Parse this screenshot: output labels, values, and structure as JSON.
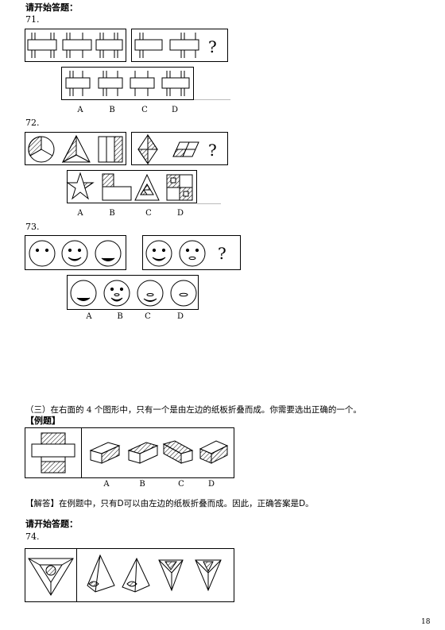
{
  "header": "请开始答题：",
  "questions": {
    "q71": "71.",
    "q72": "72.",
    "q73": "73.",
    "q74": "74."
  },
  "question_mark": "?",
  "option_labels": [
    "A",
    "B",
    "C",
    "D"
  ],
  "section3": {
    "instruction": "（三）在右面的 4 个图形中，只有一个是由左边的纸板折叠而成。你需要选出正确的一个。",
    "example_label": "【例题】",
    "explanation": "【解答】在例题中，只有D可以由左边的纸板折叠而成。因此，正确答案是D。",
    "start_again": "请开始答题："
  },
  "page_number": "18"
}
